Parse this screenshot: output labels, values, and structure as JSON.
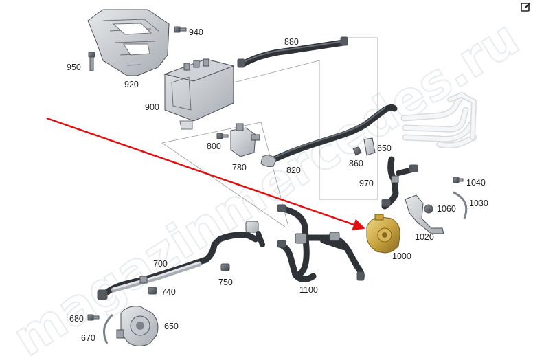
{
  "diagram": {
    "watermark": "magazinmercedes.ru",
    "part_labels": [
      "880",
      "940",
      "950",
      "920",
      "900",
      "800",
      "780",
      "820",
      "850",
      "860",
      "970",
      "1040",
      "1030",
      "1060",
      "1020",
      "1000",
      "700",
      "750",
      "740",
      "1100",
      "680",
      "670",
      "650"
    ],
    "highlighted_part": "1000",
    "arrow_color": "#e01010",
    "highlight_color": "#c9a441"
  },
  "toolbar": {
    "edit_icon": "pencil-edit-icon"
  }
}
